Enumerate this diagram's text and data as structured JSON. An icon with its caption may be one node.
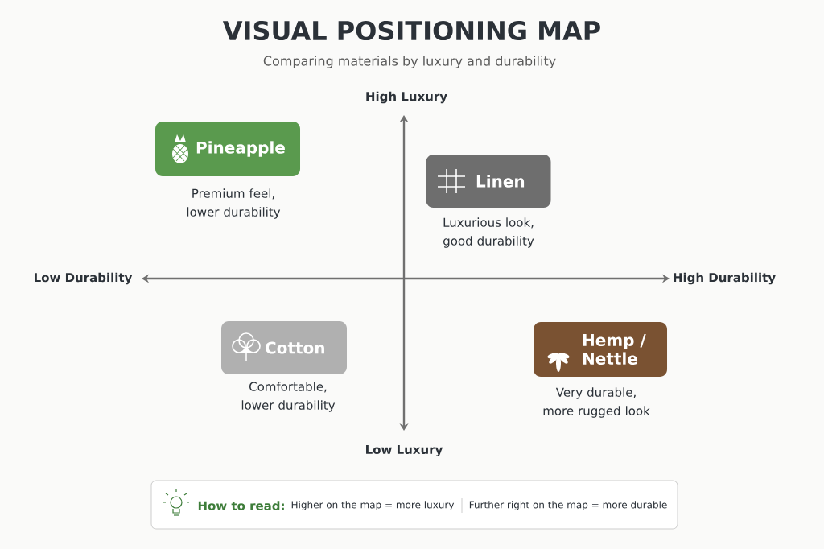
{
  "diagram": {
    "title": "VISUAL POSITIONING MAP",
    "caption": "Comparing materials by luxury and durability",
    "nodes": [
      {
        "text": [
          "Pineapple"
        ],
        "beside": [
          "Premium feel, lower durability"
        ]
      },
      {
        "text": [
          "Linen"
        ],
        "beside": [
          "Luxurious look, good durability"
        ]
      },
      {
        "text": [
          "Cotton"
        ],
        "beside": [
          "Comfortable, lower durability"
        ]
      },
      {
        "text": [
          "Hemp / Nettle"
        ],
        "beside": [
          "Very durable, more rugged look"
        ]
      },
      {
        "text": [
          "How to read:",
          "Higher on the map = more luxury",
          "Further right on the map = more durable"
        ]
      }
    ],
    "labels": [
      "High Luxury",
      "Low Durability",
      "High Durability",
      "Low Luxury"
    ]
  }
}
